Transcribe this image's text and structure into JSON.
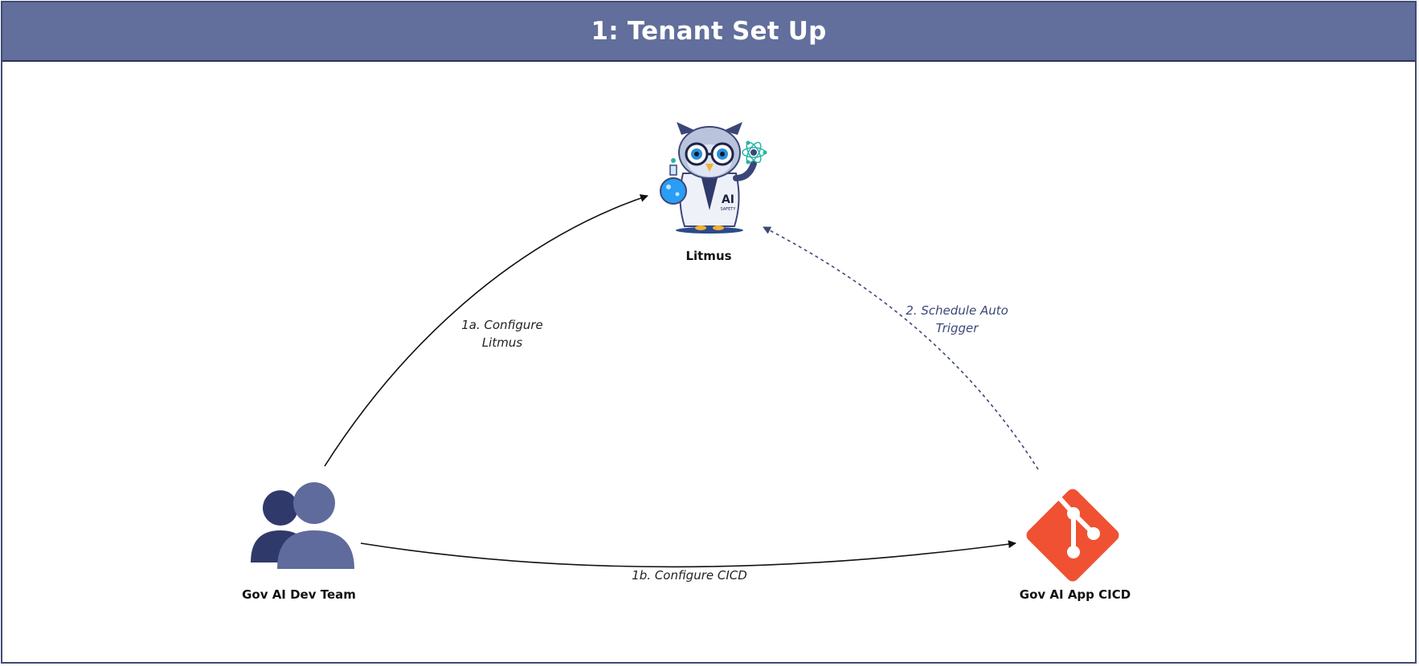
{
  "title": "1: Tenant Set Up",
  "nodes": {
    "litmus": {
      "label": "Litmus",
      "badge": "AI",
      "badge_sub": "SAFETY"
    },
    "dev_team": {
      "label": "Gov AI Dev Team"
    },
    "cicd": {
      "label": "Gov AI App CICD"
    }
  },
  "edges": {
    "configure_litmus": {
      "line1": "1a. Configure",
      "line2": "Litmus",
      "style": "solid"
    },
    "configure_cicd": {
      "label": "1b. Configure CICD",
      "style": "solid"
    },
    "schedule": {
      "line1": "2. Schedule Auto",
      "line2": "Trigger",
      "style": "dashed"
    }
  },
  "colors": {
    "header_bg": "#626e9b",
    "border": "#3f4a73",
    "people_dark": "#2f3a6b",
    "people_light": "#5e6b9c",
    "git": "#f05133",
    "dashed_arrow": "#3d4877"
  },
  "icons": [
    "owl-scientist-icon",
    "people-icon",
    "git-icon"
  ]
}
